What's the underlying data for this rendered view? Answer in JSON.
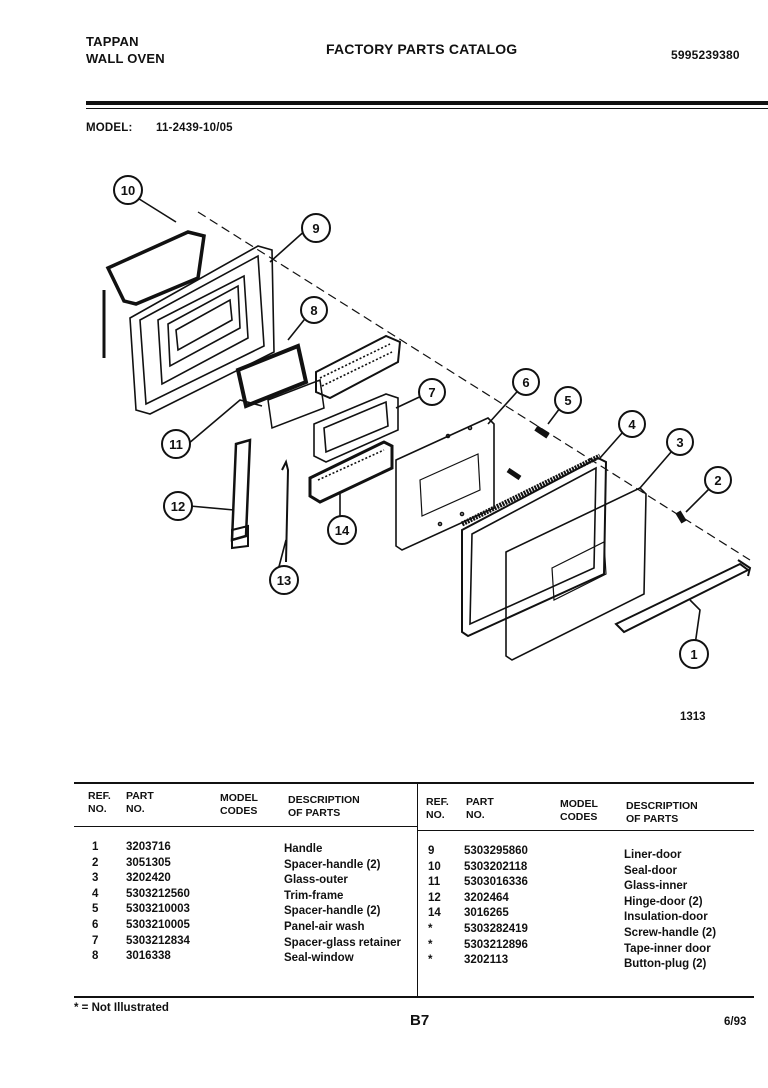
{
  "header": {
    "brand_line1": "TAPPAN",
    "brand_line2": "WALL OVEN",
    "catalog_title": "FACTORY PARTS CATALOG",
    "catalog_number": "5995239380",
    "model_label": "MODEL:",
    "model_value": "11-2439-10/05"
  },
  "diagram": {
    "callouts": [
      "1",
      "2",
      "3",
      "4",
      "5",
      "6",
      "7",
      "8",
      "9",
      "10",
      "11",
      "12",
      "13",
      "14"
    ],
    "figure_number": "1313"
  },
  "table": {
    "headers": {
      "ref_line1": "REF.",
      "ref_line2": "NO.",
      "part_line1": "PART",
      "part_line2": "NO.",
      "model_line1": "MODEL",
      "model_line2": "CODES",
      "desc_line1": "DESCRIPTION",
      "desc_line2": "OF PARTS"
    },
    "left_rows": [
      {
        "ref": "1",
        "part": "3203716",
        "desc": "Handle"
      },
      {
        "ref": "2",
        "part": "3051305",
        "desc": "Spacer-handle (2)"
      },
      {
        "ref": "3",
        "part": "3202420",
        "desc": "Glass-outer"
      },
      {
        "ref": "4",
        "part": "5303212560",
        "desc": "Trim-frame"
      },
      {
        "ref": "5",
        "part": "5303210003",
        "desc": "Spacer-handle (2)"
      },
      {
        "ref": "6",
        "part": "5303210005",
        "desc": "Panel-air wash"
      },
      {
        "ref": "7",
        "part": "5303212834",
        "desc": "Spacer-glass retainer"
      },
      {
        "ref": "8",
        "part": "3016338",
        "desc": "Seal-window"
      }
    ],
    "right_rows": [
      {
        "ref": "9",
        "part": "5303295860",
        "desc": "Liner-door"
      },
      {
        "ref": "10",
        "part": "5303202118",
        "desc": "Seal-door"
      },
      {
        "ref": "11",
        "part": "5303016336",
        "desc": "Glass-inner"
      },
      {
        "ref": "12",
        "part": "3202464",
        "desc": "Hinge-door (2)"
      },
      {
        "ref": "14",
        "part": "3016265",
        "desc": "Insulation-door"
      },
      {
        "ref": "*",
        "part": "5303282419",
        "desc": "Screw-handle (2)"
      },
      {
        "ref": "*",
        "part": "5303212896",
        "desc": "Tape-inner door"
      },
      {
        "ref": "*",
        "part": "3202113",
        "desc": "Button-plug (2)"
      }
    ]
  },
  "footer": {
    "note": "* = Not Illustrated",
    "page": "B7",
    "date": "6/93"
  }
}
